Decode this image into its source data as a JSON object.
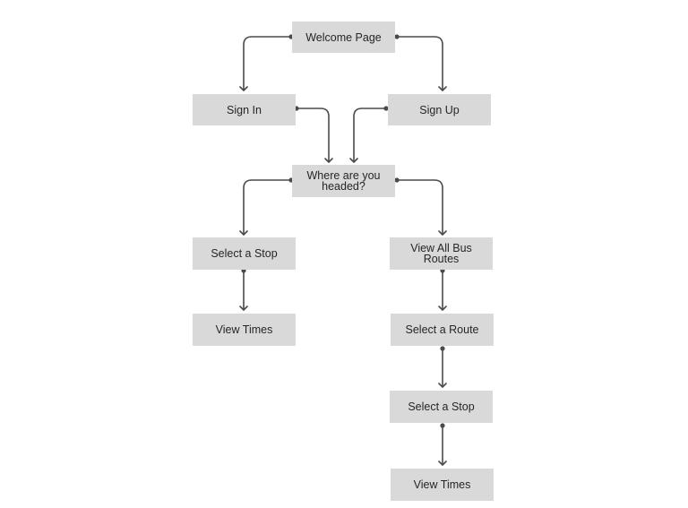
{
  "flowchart": {
    "nodes": {
      "welcome": {
        "label": "Welcome Page"
      },
      "sign_in": {
        "label": "Sign In"
      },
      "sign_up": {
        "label": "Sign Up"
      },
      "where_headed": {
        "label": "Where are you headed?"
      },
      "select_stop_left": {
        "label": "Select a Stop"
      },
      "view_all_routes": {
        "label": "View All Bus Routes"
      },
      "view_times_left": {
        "label": "View Times"
      },
      "select_route": {
        "label": "Select a Route"
      },
      "select_stop_right": {
        "label": "Select a Stop"
      },
      "view_times_right": {
        "label": "View Times"
      }
    },
    "edges": [
      {
        "from": "welcome",
        "to": "sign_in"
      },
      {
        "from": "welcome",
        "to": "sign_up"
      },
      {
        "from": "sign_in",
        "to": "where_headed"
      },
      {
        "from": "sign_up",
        "to": "where_headed"
      },
      {
        "from": "where_headed",
        "to": "select_stop_left"
      },
      {
        "from": "where_headed",
        "to": "view_all_routes"
      },
      {
        "from": "select_stop_left",
        "to": "view_times_left"
      },
      {
        "from": "view_all_routes",
        "to": "select_route"
      },
      {
        "from": "select_route",
        "to": "select_stop_right"
      },
      {
        "from": "select_stop_right",
        "to": "view_times_right"
      }
    ],
    "colors": {
      "node_fill": "#d9d9d9",
      "connector": "#4a4a4a",
      "text": "#262626",
      "background": "#ffffff"
    }
  }
}
